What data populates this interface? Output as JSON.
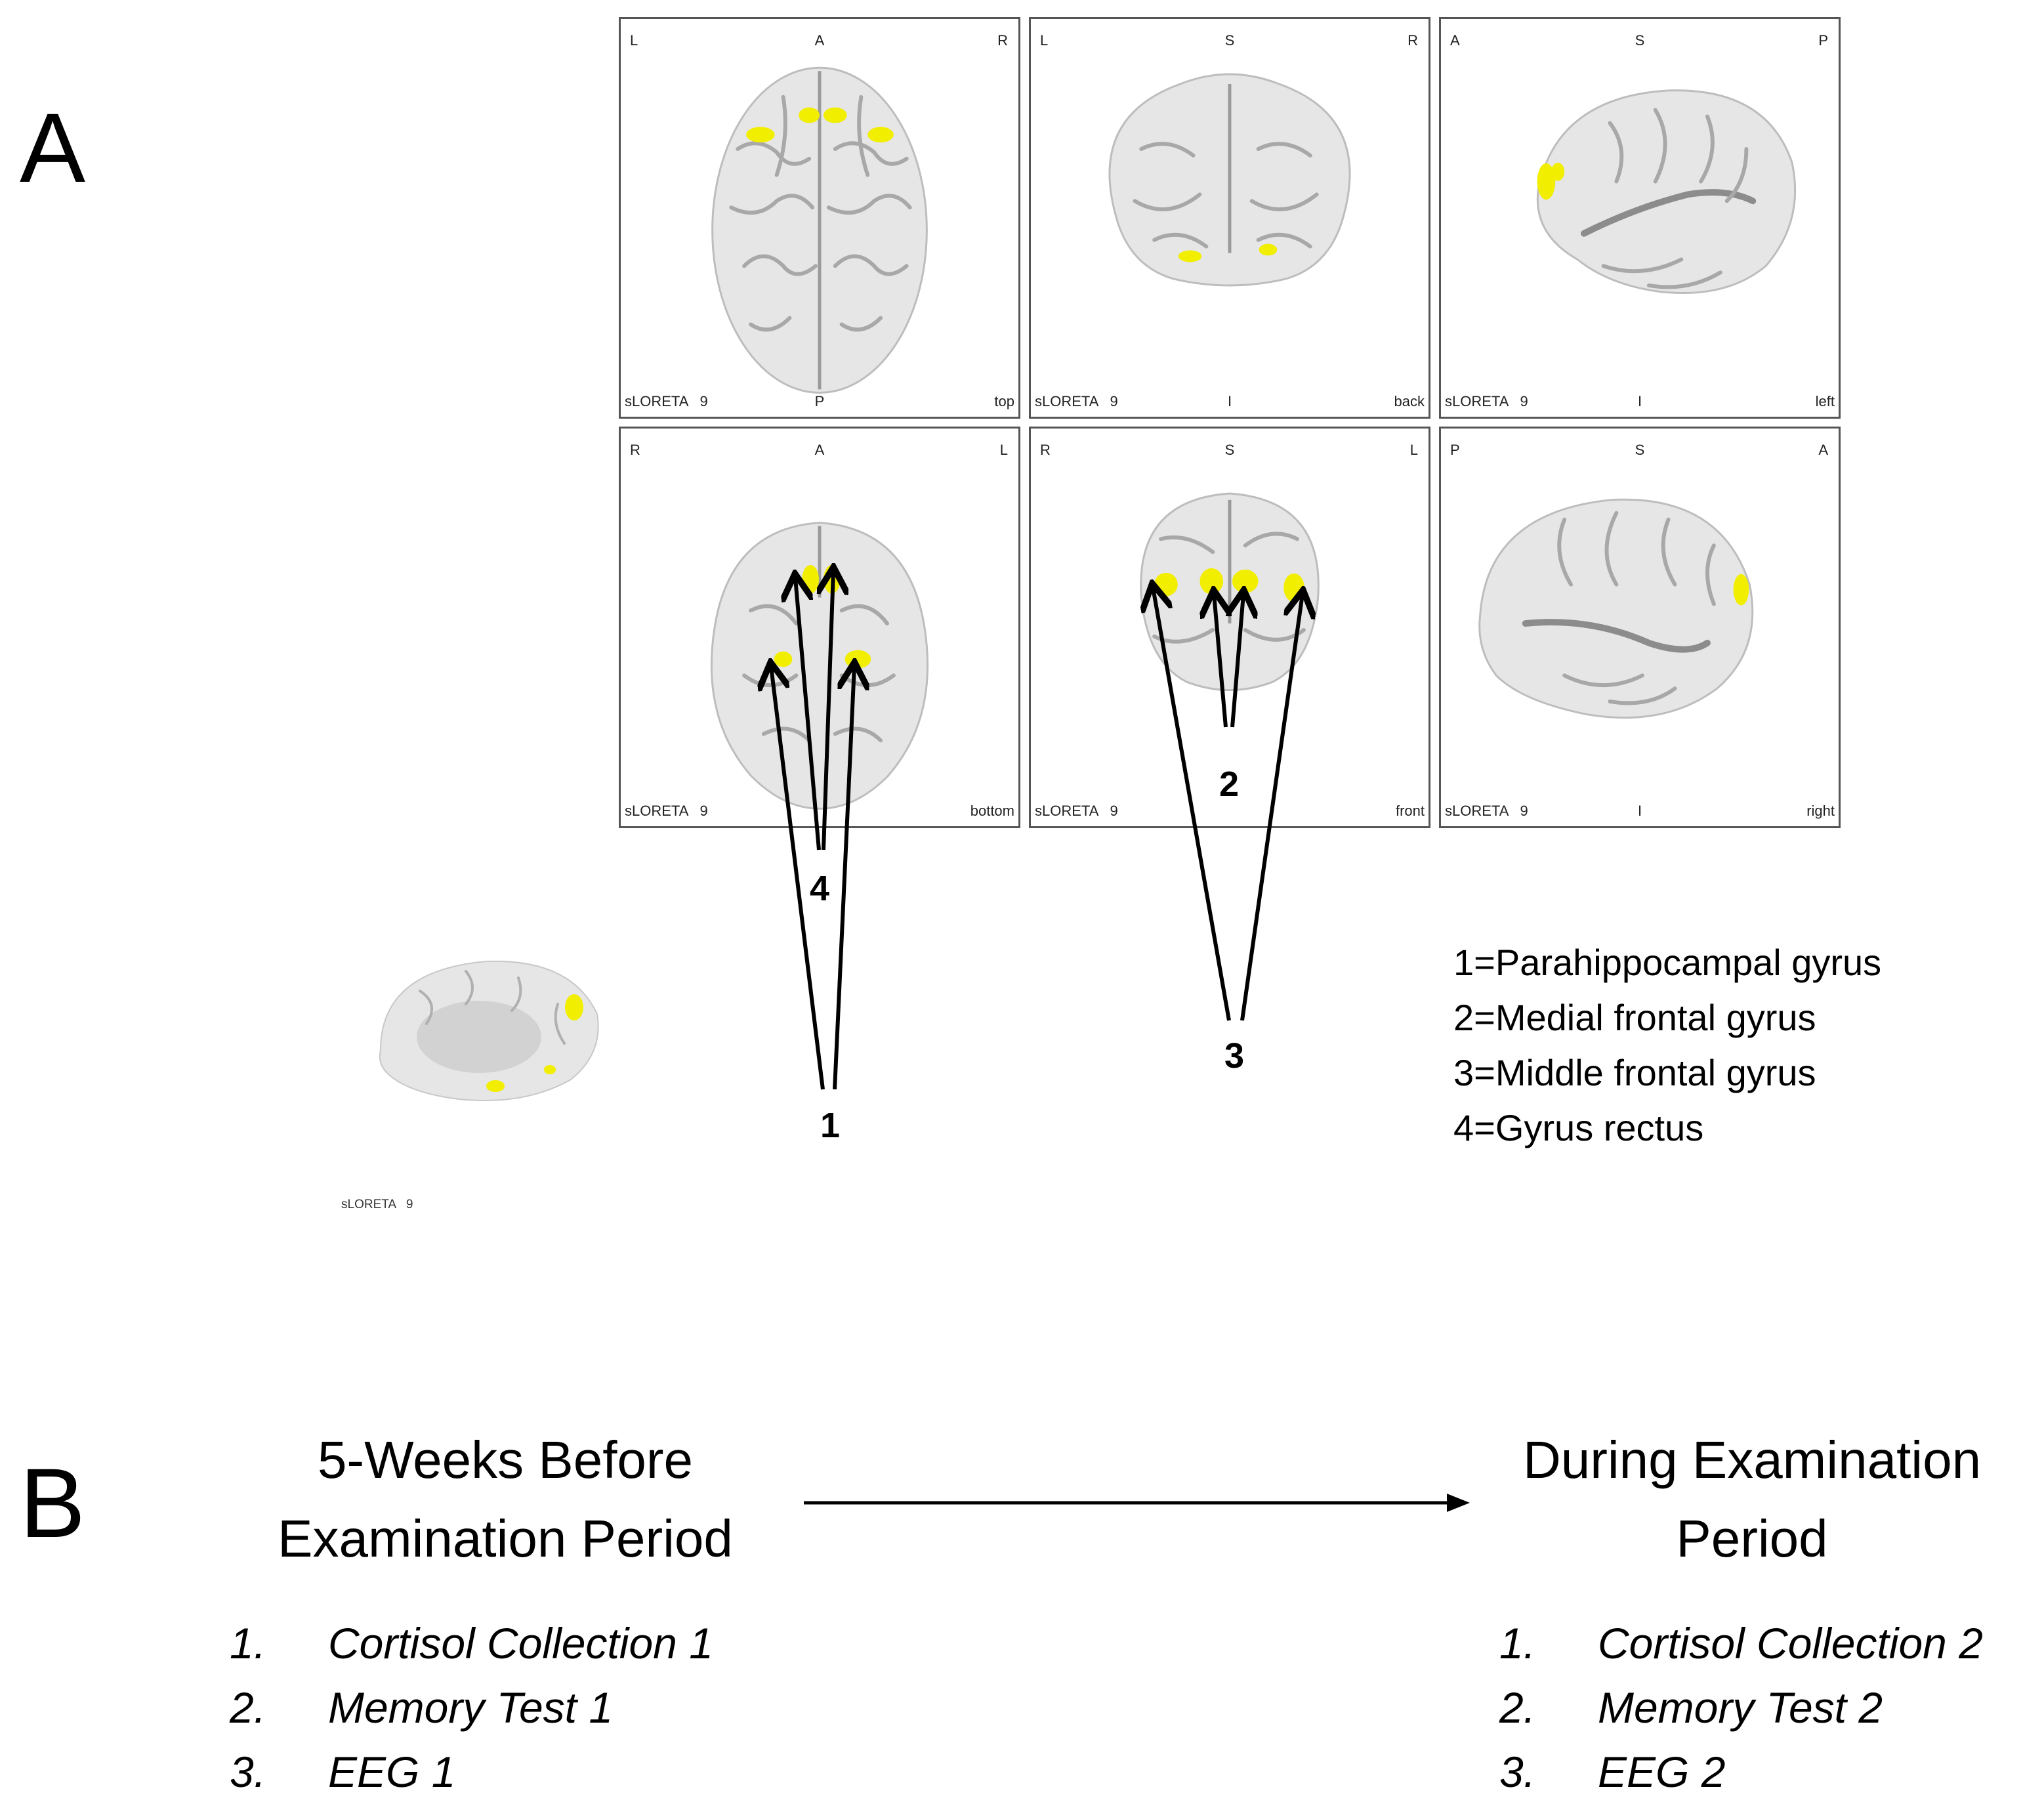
{
  "panels": {
    "a": "A",
    "b": "B"
  },
  "views": [
    {
      "tl": "L",
      "tc": "A",
      "tr": "R",
      "bl": "sLORETA   9",
      "bc": "P",
      "br": "top"
    },
    {
      "tl": "L",
      "tc": "S",
      "tr": "R",
      "bl": "sLORETA   9",
      "bc": "I",
      "br": "back"
    },
    {
      "tl": "A",
      "tc": "S",
      "tr": "P",
      "bl": "sLORETA   9",
      "bc": "I",
      "br": "left"
    },
    {
      "tl": "R",
      "tc": "A",
      "tr": "L",
      "bl": "sLORETA   9",
      "bc": "",
      "br": "bottom"
    },
    {
      "tl": "R",
      "tc": "S",
      "tr": "L",
      "bl": "sLORETA   9",
      "bc": "",
      "br": "front"
    },
    {
      "tl": "P",
      "tc": "S",
      "tr": "A",
      "bl": "sLORETA   9",
      "bc": "I",
      "br": "right"
    }
  ],
  "medial_caption": "sLORETA   9",
  "callouts": {
    "c1": "1",
    "c2": "2",
    "c3": "3",
    "c4": "4"
  },
  "legend": [
    "1=Parahippocampal gyrus",
    "2=Medial frontal gyrus",
    "3=Middle frontal gyrus",
    "4=Gyrus rectus"
  ],
  "timeline": {
    "phase1": {
      "title_line1": "5-Weeks Before",
      "title_line2": "Examination Period",
      "steps": [
        {
          "num": "1.",
          "text": "Cortisol Collection 1"
        },
        {
          "num": "2.",
          "text": "Memory Test 1"
        },
        {
          "num": "3.",
          "text": "EEG 1"
        }
      ]
    },
    "phase2": {
      "title_line1": "During Examination",
      "title_line2": "Period",
      "steps": [
        {
          "num": "1.",
          "text": "Cortisol Collection 2"
        },
        {
          "num": "2.",
          "text": "Memory Test 2"
        },
        {
          "num": "3.",
          "text": "EEG 2"
        }
      ]
    }
  },
  "colors": {
    "activation": "#f2ee00",
    "cortex": "#e6e6e6",
    "sulcus": "#8c8c8c",
    "frame": "#555555"
  }
}
